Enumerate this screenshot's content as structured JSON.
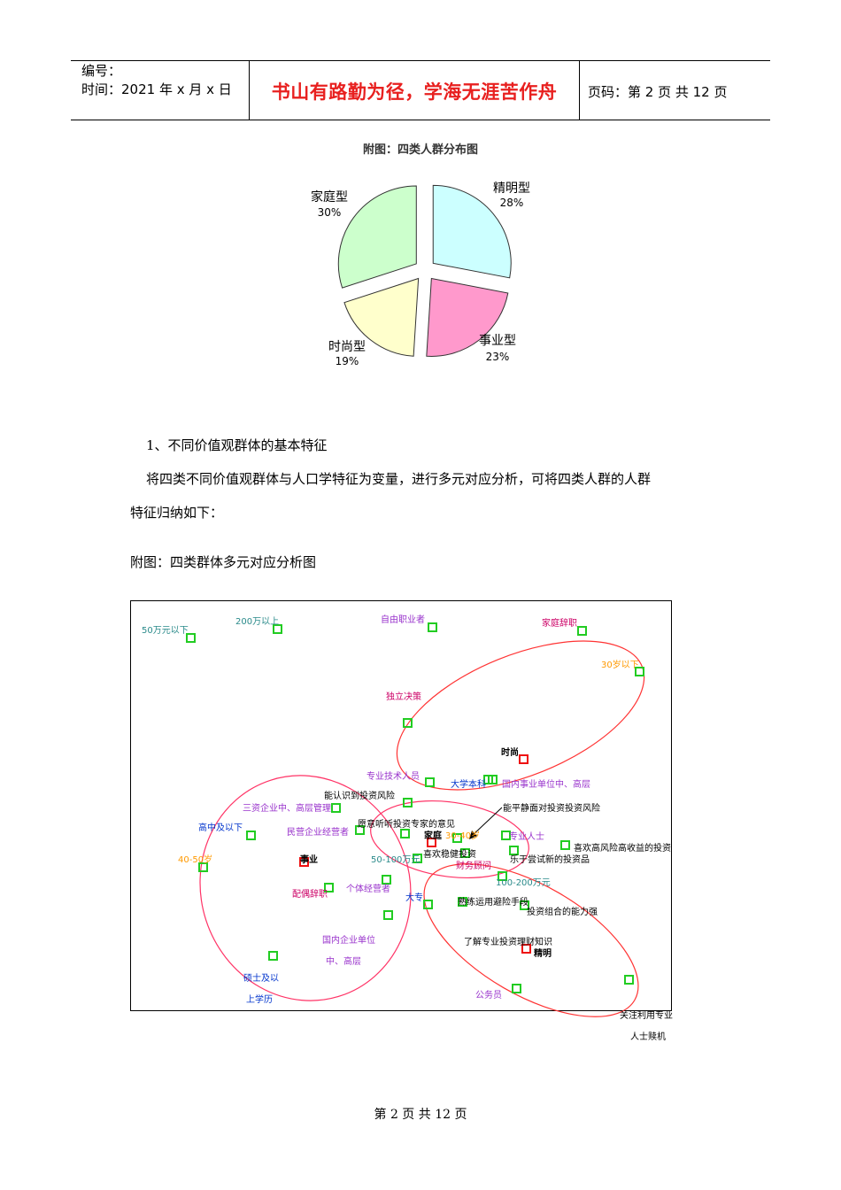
{
  "header": {
    "number_label": "编号：",
    "time_label": "时间：2021 年 x 月 x 日",
    "motto": "书山有路勤为径，学海无涯苦作舟",
    "page_info": "页码：第 2 页  共 12 页"
  },
  "pie_chart_title": "附图：四类人群分布图",
  "chart_data": [
    {
      "type": "pie",
      "title": "附图：四类人群分布图",
      "slices": [
        {
          "name": "精明型",
          "value": 28,
          "label": "28%",
          "color": "#ccffff"
        },
        {
          "name": "事业型",
          "value": 23,
          "label": "23%",
          "color": "#ff99cc"
        },
        {
          "name": "时尚型",
          "value": 19,
          "label": "19%",
          "color": "#ffffcc"
        },
        {
          "name": "家庭型",
          "value": 30,
          "label": "30%",
          "color": "#ccffcc"
        }
      ]
    }
  ],
  "section": {
    "heading": "1、不同价值观群体的基本特征",
    "para1": "将四类不同价值观群体与人口学特征为变量，进行多元对应分析，可将四类人群的人群",
    "para2": "特征归纳如下：",
    "figure_caption": "附图：四类群体多元对应分析图"
  },
  "scatter": {
    "labels": [
      {
        "text": "50万元以下",
        "color": "#2a8a8a"
      },
      {
        "text": "200万以上",
        "color": "#2a8a8a"
      },
      {
        "text": "自由职业者",
        "color": "#9933cc"
      },
      {
        "text": "家庭辞职",
        "color": "#cc0066"
      },
      {
        "text": "30岁以下",
        "color": "#ff9900"
      },
      {
        "text": "独立决策",
        "color": "#cc0066"
      },
      {
        "text": "时尚",
        "color": "#000000"
      },
      {
        "text": "专业技术人员",
        "color": "#9933cc"
      },
      {
        "text": "大学本科",
        "color": "#0033cc"
      },
      {
        "text": "国内事业单位中、高层",
        "color": "#9933cc"
      },
      {
        "text": "能认识到投资风险",
        "color": "#000000"
      },
      {
        "text": "三资企业中、高层管理",
        "color": "#9933cc"
      },
      {
        "text": "愿意听听投资专家的意见",
        "color": "#000000"
      },
      {
        "text": "能平静面对投资投资风险",
        "color": "#000000"
      },
      {
        "text": "高中及以下",
        "color": "#0033cc"
      },
      {
        "text": "民营企业经营者",
        "color": "#9933cc"
      },
      {
        "text": "家庭",
        "color": "#000000"
      },
      {
        "text": "30-40岁",
        "color": "#ff9900"
      },
      {
        "text": "专业人士",
        "color": "#9933cc"
      },
      {
        "text": "喜欢稳健投资",
        "color": "#000000"
      },
      {
        "text": "喜欢高风险高收益的投资",
        "color": "#000000"
      },
      {
        "text": "40-50岁",
        "color": "#ff9900"
      },
      {
        "text": "事业",
        "color": "#000000"
      },
      {
        "text": "50-100万元",
        "color": "#2a8a8a"
      },
      {
        "text": "财务顾问",
        "color": "#cc0066"
      },
      {
        "text": "乐于尝试新的投资品",
        "color": "#000000"
      },
      {
        "text": "100-200万元",
        "color": "#2a8a8a"
      },
      {
        "text": "配偶辞职",
        "color": "#cc0066"
      },
      {
        "text": "个体经营者",
        "color": "#9933cc"
      },
      {
        "text": "大专",
        "color": "#0033cc"
      },
      {
        "text": "熟练运用避险手段",
        "color": "#000000"
      },
      {
        "text": "投资组合的能力强",
        "color": "#000000"
      },
      {
        "text": "国内企业单位",
        "color": "#9933cc"
      },
      {
        "text": "中、高层",
        "color": "#9933cc"
      },
      {
        "text": "了解专业投资理财知识",
        "color": "#000000"
      },
      {
        "text": "精明",
        "color": "#000000"
      },
      {
        "text": "硕士及以",
        "color": "#0033cc"
      },
      {
        "text": "上学历",
        "color": "#0033cc"
      },
      {
        "text": "公务员",
        "color": "#9933cc"
      },
      {
        "text": "关注利用专业",
        "color": "#000000"
      },
      {
        "text": "人士赎机",
        "color": "#000000"
      }
    ]
  },
  "footer": {
    "text": "第  2  页  共  12  页"
  }
}
